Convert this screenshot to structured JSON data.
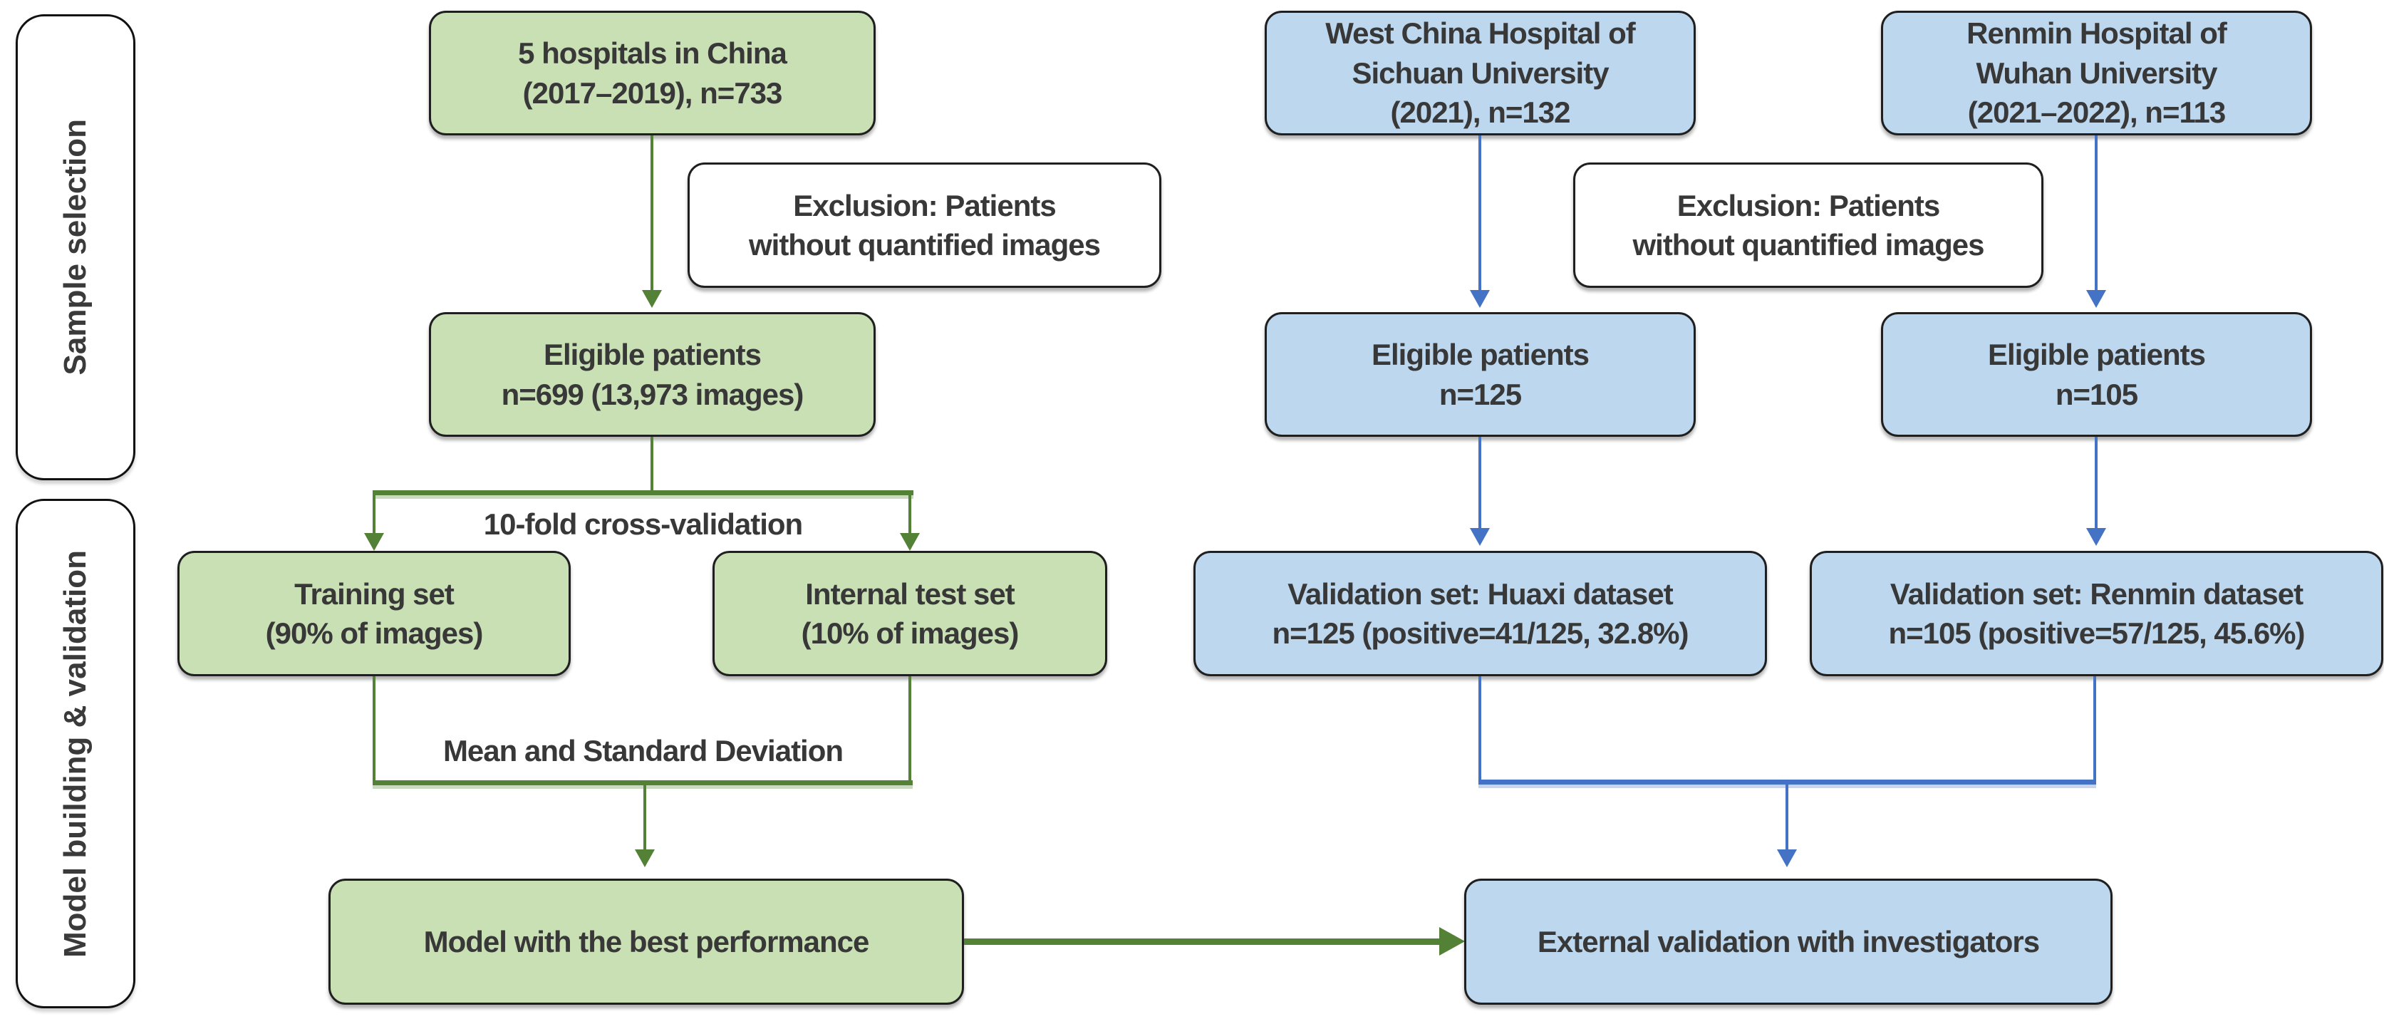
{
  "colors": {
    "green_fill": "#c9e0b4",
    "blue_fill": "#bdd7ee",
    "green_line": "#538135",
    "blue_line": "#4472c4",
    "box_border": "#1f1f1f",
    "text_color": "#383838"
  },
  "sidebar": {
    "sample_selection": "Sample selection",
    "model_building": "Model building & validation"
  },
  "green_flow": {
    "hospitals": "5 hospitals in China\n(2017–2019), n=733",
    "exclusion": "Exclusion: Patients\nwithout quantified images",
    "eligible": "Eligible patients\nn=699 (13,973 images)",
    "cross_validation_label": "10-fold cross-validation",
    "training_set": "Training set\n(90% of images)",
    "internal_test_set": "Internal test set\n(10% of images)",
    "mean_sd_label": "Mean and Standard Deviation",
    "best_model": "Model with the best performance"
  },
  "huaxi_flow": {
    "hospital": "West China Hospital of\nSichuan University\n(2021), n=132",
    "exclusion": "Exclusion: Patients\nwithout quantified images",
    "eligible": "Eligible patients\nn=125",
    "validation_set": "Validation set: Huaxi dataset\nn=125 (positive=41/125, 32.8%)"
  },
  "renmin_flow": {
    "hospital": "Renmin Hospital of\nWuhan University\n(2021–2022), n=113",
    "eligible": "Eligible patients\nn=105",
    "validation_set": "Validation set: Renmin dataset\nn=105 (positive=57/125, 45.6%)"
  },
  "external_validation_label": "External validation with investigators"
}
